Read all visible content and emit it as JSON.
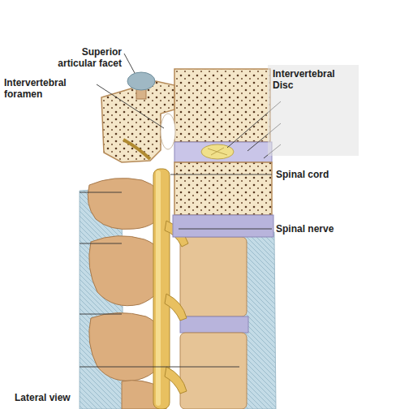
{
  "diagram": {
    "nodes": [
      {
        "text": [
          "Intervertebral Disc"
        ]
      }
    ],
    "labels": [
      "Superior articular facet",
      "Intervertebral foramen",
      "Spinal cord",
      "Spinal nerve",
      "Lateral view"
    ]
  }
}
